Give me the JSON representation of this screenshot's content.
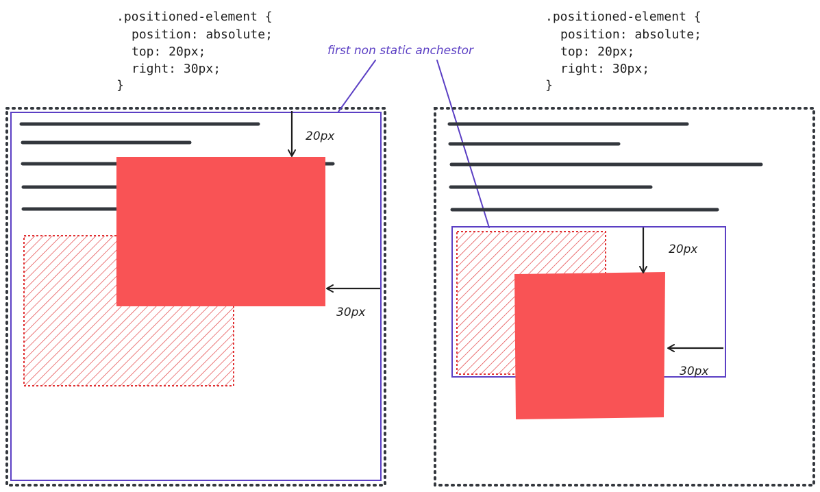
{
  "colors": {
    "anchor": "#5b3fc4",
    "element": "#f95355",
    "ghost": "#e03133",
    "ink": "#1e1e1e",
    "text_lines": "#33373d"
  },
  "annotation": {
    "label": "first non static anchestor"
  },
  "left_panel": {
    "code": {
      "line1": ".positioned-element {",
      "line2": "position: absolute;",
      "line3": "top: 20px;",
      "line4": "right: 30px;",
      "line5": "}"
    },
    "top_offset_label": "20px",
    "right_offset_label": "30px"
  },
  "right_panel": {
    "code": {
      "line1": ".positioned-element {",
      "line2": "position: absolute;",
      "line3": "top: 20px;",
      "line4": "right: 30px;",
      "line5": "}"
    },
    "top_offset_label": "20px",
    "right_offset_label": "30px"
  }
}
